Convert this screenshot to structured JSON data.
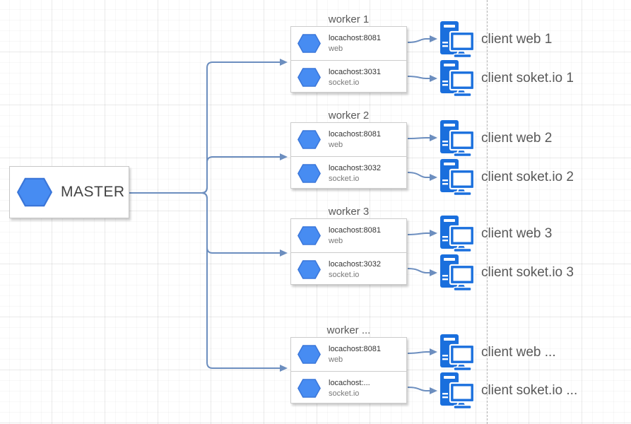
{
  "master": {
    "label": "MASTER"
  },
  "workers": [
    {
      "title": "worker 1",
      "rows": [
        {
          "host": "locachost:8081",
          "proto": "web"
        },
        {
          "host": "locachost:3031",
          "proto": "socket.io"
        }
      ]
    },
    {
      "title": "worker 2",
      "rows": [
        {
          "host": "locachost:8081",
          "proto": "web"
        },
        {
          "host": "locachost:3032",
          "proto": "socket.io"
        }
      ]
    },
    {
      "title": "worker 3",
      "rows": [
        {
          "host": "locachost:8081",
          "proto": "web"
        },
        {
          "host": "locachost:3032",
          "proto": "socket.io"
        }
      ]
    },
    {
      "title": "worker ...",
      "rows": [
        {
          "host": "locachost:8081",
          "proto": "web"
        },
        {
          "host": "locachost:...",
          "proto": "socket.io"
        }
      ]
    }
  ],
  "clients": [
    {
      "label": "client web 1"
    },
    {
      "label": "client soket.io 1"
    },
    {
      "label": "client web 2"
    },
    {
      "label": "client soket.io 2"
    },
    {
      "label": "client web 3"
    },
    {
      "label": "client soket.io 3"
    },
    {
      "label": "client web ..."
    },
    {
      "label": "client soket.io ..."
    }
  ],
  "colors": {
    "hexagon_fill": "#478cf2",
    "hexagon_stroke": "#3a76d9",
    "computer_icon_blue": "#1a6fdd",
    "edge_stroke": "#6c8ebf"
  }
}
